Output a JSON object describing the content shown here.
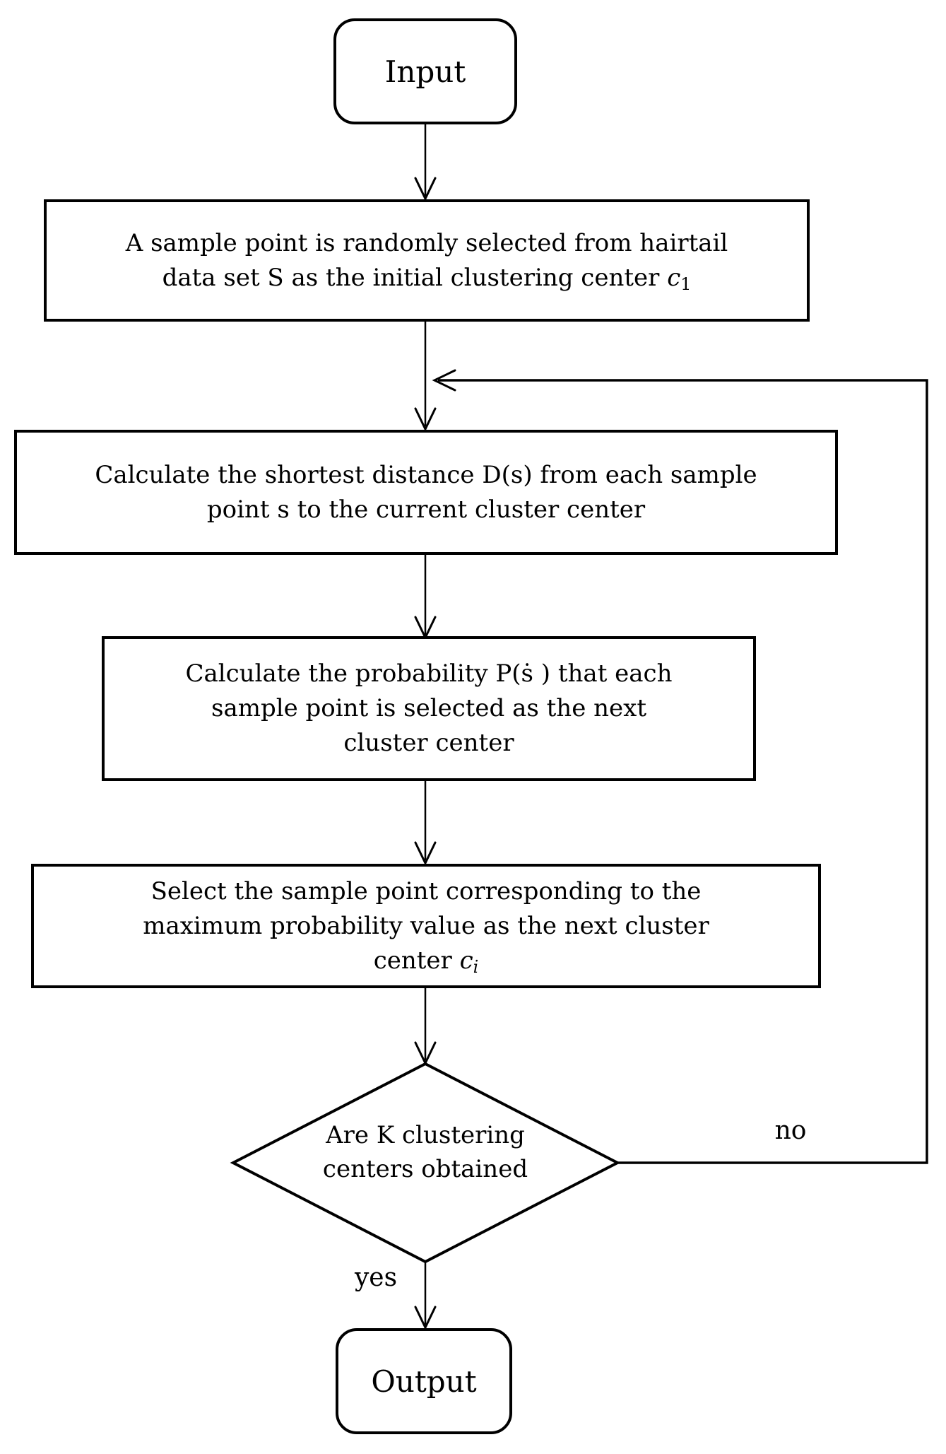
{
  "flowchart": {
    "input": {
      "label": "Input"
    },
    "step1": {
      "lines": [
        "A sample point is randomly selected from hairtail",
        "data set S as the initial clustering center "
      ],
      "var": "c",
      "sub": "1"
    },
    "step2": {
      "lines": [
        "Calculate the shortest distance D(s) from each sample",
        "point s to the current cluster center"
      ]
    },
    "step3": {
      "lines": [
        "Calculate the probability P(ṡ ) that each",
        "sample point is selected as the next",
        "cluster center"
      ]
    },
    "step4": {
      "lines": [
        "Select the sample point corresponding to the",
        "maximum probability value as the next cluster",
        "center "
      ],
      "var": "c",
      "sub": "i"
    },
    "decision": {
      "lines": [
        "Are K clustering",
        "centers obtained"
      ]
    },
    "no_label": "no",
    "yes_label": "yes",
    "output": {
      "label": "Output"
    },
    "colors": {
      "stroke": "#000000",
      "background": "#ffffff"
    }
  }
}
